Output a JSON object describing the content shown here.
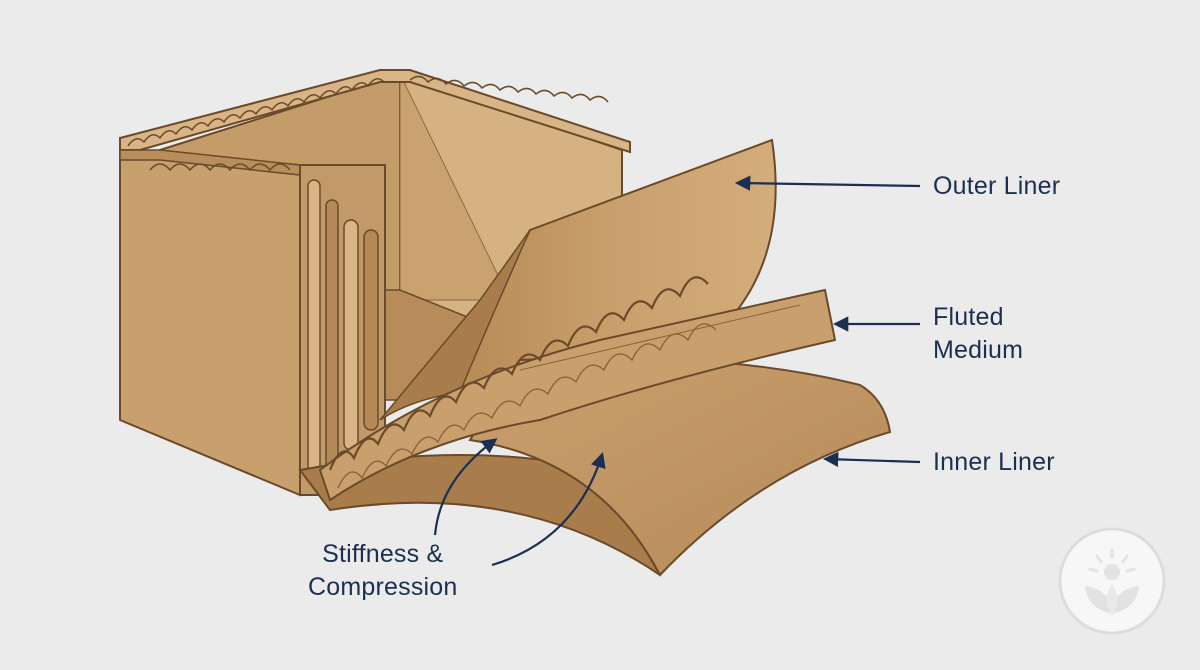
{
  "labels": {
    "outer_liner": "Outer Liner",
    "fluted_medium": [
      "Fluted",
      "Medium"
    ],
    "inner_liner": "Inner Liner",
    "stiffness": [
      "Stiffness &",
      "Compression"
    ]
  },
  "colors": {
    "background": "#ebebeb",
    "cardboard": "#c8a06e",
    "cardboard_dark": "#a87c4c",
    "cardboard_light": "#d9b585",
    "outline": "#6b4a2a",
    "label_text": "#1c2f52",
    "arrow": "#1c2f52"
  },
  "icons": {
    "logo": "lotus-leaf-logo-icon"
  }
}
